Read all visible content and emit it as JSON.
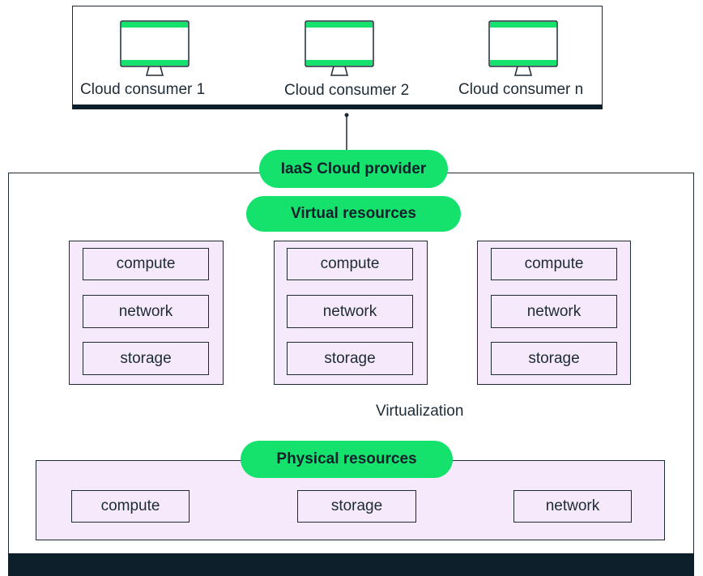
{
  "consumers": [
    {
      "label": "Cloud consumer 1"
    },
    {
      "label": "Cloud consumer 2"
    },
    {
      "label": "Cloud consumer n"
    }
  ],
  "provider": {
    "label": "IaaS Cloud provider"
  },
  "virtual": {
    "label": "Virtual resources",
    "groups": [
      {
        "compute": "compute",
        "network": "network",
        "storage": "storage"
      },
      {
        "compute": "compute",
        "network": "network",
        "storage": "storage"
      },
      {
        "compute": "compute",
        "network": "network",
        "storage": "storage"
      }
    ]
  },
  "virtualization_label": "Virtualization",
  "physical": {
    "label": "Physical resources",
    "items": [
      "compute",
      "storage",
      "network"
    ]
  },
  "colors": {
    "accent": "#15e26c",
    "panel": "#f5e9fb",
    "dark": "#0d1f2a"
  }
}
